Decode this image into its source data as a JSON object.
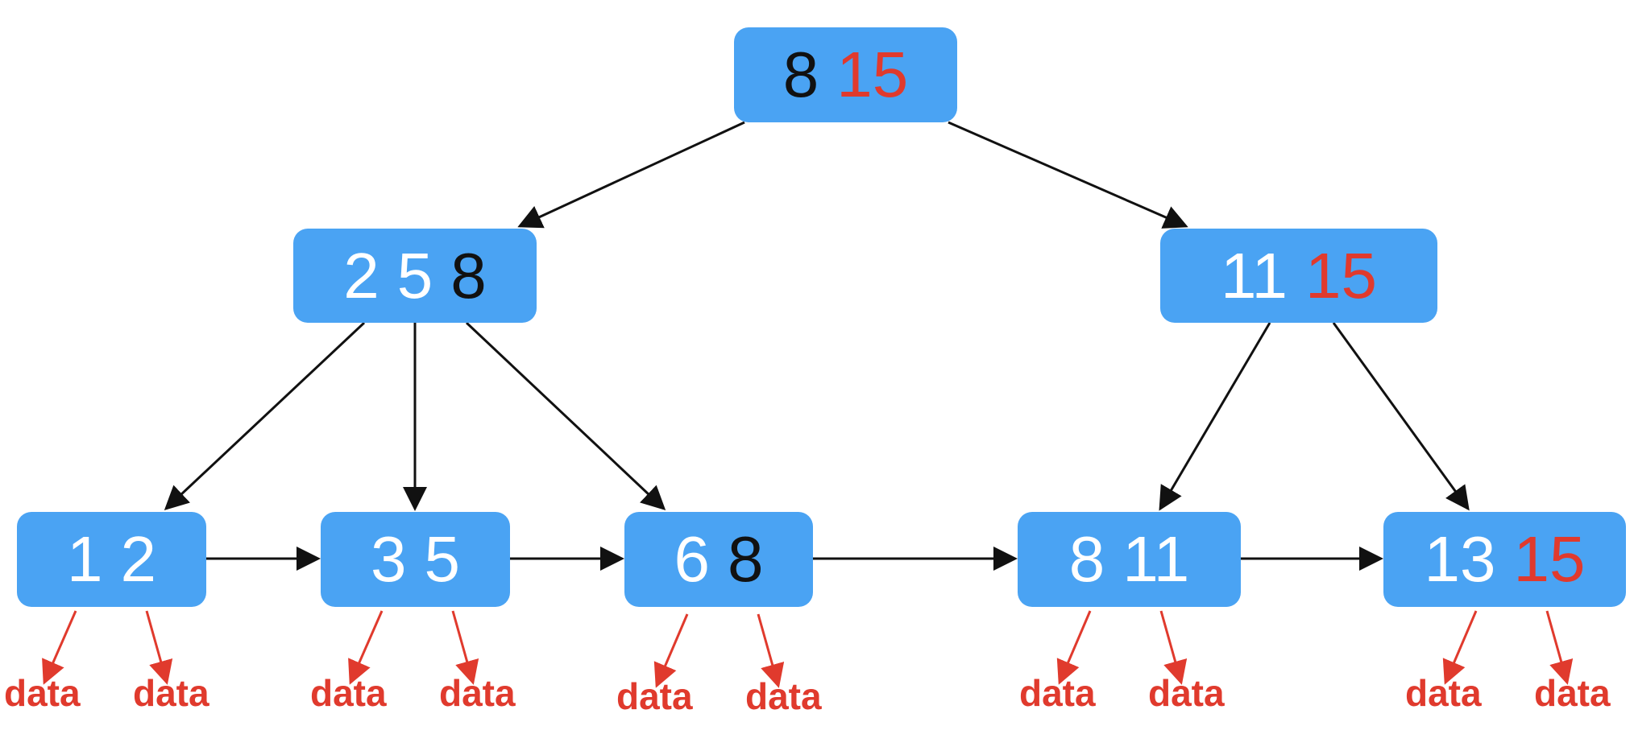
{
  "colors": {
    "node_fill": "#4aa3f3",
    "key_default": "#ffffff",
    "key_separator": "#111111",
    "key_max": "#e03a2d",
    "edge": "#111111",
    "data_pointer": "#e03a2d"
  },
  "tree": {
    "root": {
      "keys": [
        {
          "text": "8",
          "role": "separator"
        },
        {
          "text": "15",
          "role": "max"
        }
      ]
    },
    "internal": [
      {
        "keys": [
          {
            "text": "2",
            "role": "default"
          },
          {
            "text": "5",
            "role": "default"
          },
          {
            "text": "8",
            "role": "separator"
          }
        ]
      },
      {
        "keys": [
          {
            "text": "11",
            "role": "default"
          },
          {
            "text": "15",
            "role": "max"
          }
        ]
      }
    ],
    "leaves": [
      {
        "keys": [
          {
            "text": "1",
            "role": "default"
          },
          {
            "text": "2",
            "role": "default"
          }
        ],
        "data_labels": [
          "data",
          "data"
        ]
      },
      {
        "keys": [
          {
            "text": "3",
            "role": "default"
          },
          {
            "text": "5",
            "role": "default"
          }
        ],
        "data_labels": [
          "data",
          "data"
        ]
      },
      {
        "keys": [
          {
            "text": "6",
            "role": "default"
          },
          {
            "text": "8",
            "role": "separator"
          }
        ],
        "data_labels": [
          "data",
          "data"
        ]
      },
      {
        "keys": [
          {
            "text": "8",
            "role": "default"
          },
          {
            "text": "11",
            "role": "default"
          }
        ],
        "data_labels": [
          "data",
          "data"
        ]
      },
      {
        "keys": [
          {
            "text": "13",
            "role": "default"
          },
          {
            "text": "15",
            "role": "max"
          }
        ],
        "data_labels": [
          "data",
          "data"
        ]
      }
    ]
  }
}
